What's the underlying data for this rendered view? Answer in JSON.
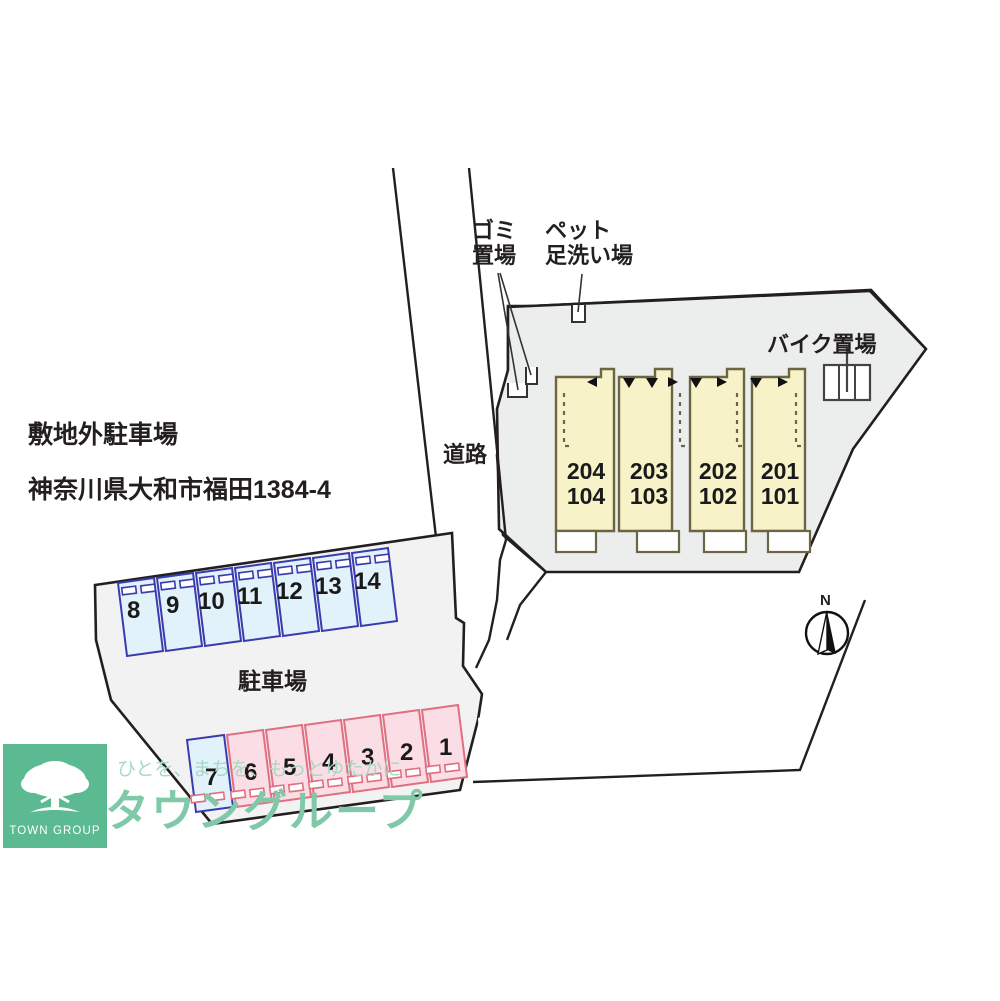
{
  "map": {
    "title_offsite_parking": "敷地外駐車場",
    "address": "神奈川県大和市福田1384-4",
    "road_label": "道路",
    "parking_label": "駐車場",
    "trash_label": "ゴミ\n置場",
    "pet_wash_label": "ペット\n足洗い場",
    "bike_label": "バイク置場",
    "north_label": "N"
  },
  "building": {
    "units": [
      {
        "name": "unit-204-104",
        "upper": "204",
        "lower": "104"
      },
      {
        "name": "unit-203-103",
        "upper": "203",
        "lower": "103"
      },
      {
        "name": "unit-202-102",
        "upper": "202",
        "lower": "102"
      },
      {
        "name": "unit-201-101",
        "upper": "201",
        "lower": "101"
      }
    ],
    "fill_color": "#f7f2c8",
    "stroke_color": "#6b6545"
  },
  "parking": {
    "upper_row": {
      "fill_color": "#dff0fb",
      "stroke_color": "#3b3bb0",
      "slots": [
        "8",
        "9",
        "10",
        "11",
        "12",
        "13",
        "14"
      ]
    },
    "lower_row": {
      "fill_color": "#fbdde6",
      "stroke_color": "#e0707f",
      "first_slot_fill": "#dff0fb",
      "first_slot_stroke": "#3b3bb0",
      "slots": [
        "7",
        "6",
        "5",
        "4",
        "3",
        "2",
        "1"
      ]
    }
  },
  "watermark": {
    "brand_en": "TOWN GROUP",
    "tagline": "ひとを、まちを、もっとゆたかに",
    "brand_jp": "タウングループ",
    "logo_color": "#5bba92",
    "text_color": "#7fc9a8"
  },
  "colors": {
    "site_fill": "#eceded",
    "outline": "#231f20",
    "page_bg": "#ffffff"
  }
}
